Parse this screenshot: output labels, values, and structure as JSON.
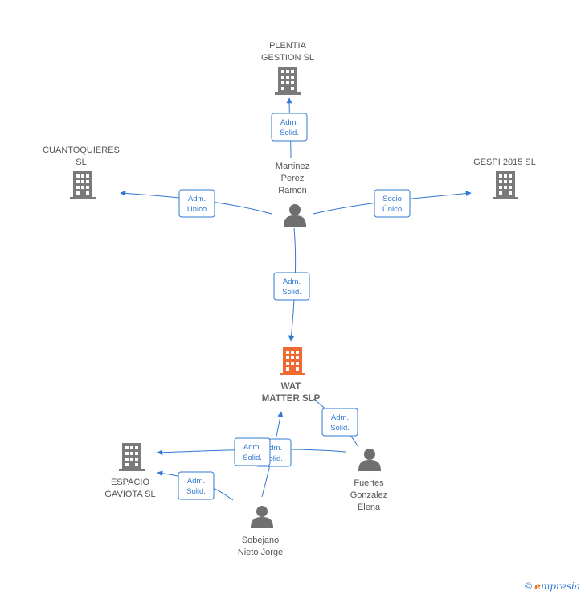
{
  "colors": {
    "edge": "#2f78d2",
    "company": "#7a7a7a",
    "main_company": "#ef6a33",
    "person": "#6f6f6f"
  },
  "nodes": {
    "plentia": {
      "lines": [
        "PLENTIA",
        "GESTION  SL"
      ]
    },
    "cuantoquieres": {
      "lines": [
        "CUANTOQUIERES",
        "SL"
      ]
    },
    "gespi": {
      "lines": [
        "GESPI 2015  SL"
      ]
    },
    "martinez": {
      "lines": [
        "Martinez",
        "Perez",
        "Ramon"
      ]
    },
    "wat": {
      "lines": [
        "WAT",
        "MATTER  SLP"
      ]
    },
    "espacio": {
      "lines": [
        "ESPACIO",
        "GAVIOTA  SL"
      ]
    },
    "fuertes": {
      "lines": [
        "Fuertes",
        "Gonzalez",
        "Elena"
      ]
    },
    "sobejano": {
      "lines": [
        "Sobejano",
        "Nieto Jorge"
      ]
    }
  },
  "edges": [
    {
      "id": "martinez-plentia",
      "lines": [
        "Adm.",
        "Solid."
      ]
    },
    {
      "id": "martinez-cuantoquieres",
      "lines": [
        "Adm.",
        "Unico"
      ]
    },
    {
      "id": "martinez-gespi",
      "lines": [
        "Socio",
        "Único"
      ]
    },
    {
      "id": "martinez-wat",
      "lines": [
        "Adm.",
        "Solid."
      ]
    },
    {
      "id": "fuertes-wat",
      "lines": [
        "Adm.",
        "Solid."
      ]
    },
    {
      "id": "fuertes-espacio",
      "lines": [
        "Adm.",
        "Solid."
      ]
    },
    {
      "id": "sobejano-wat",
      "lines": [
        "Adm.",
        "Solid."
      ]
    },
    {
      "id": "sobejano-espacio",
      "lines": [
        "Adm.",
        "Solid."
      ]
    }
  ],
  "footer": {
    "copyright": "©",
    "brand_initial": "e",
    "brand_rest": "mpresia"
  }
}
